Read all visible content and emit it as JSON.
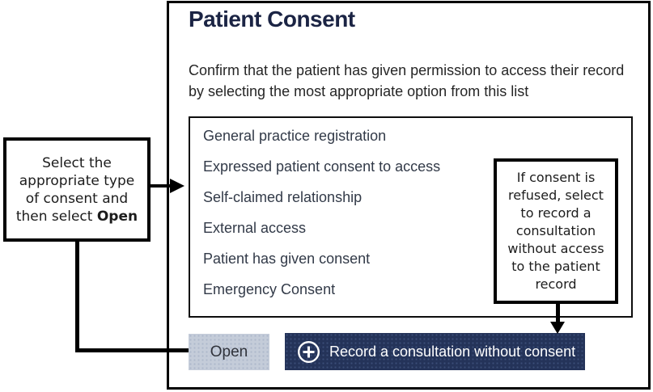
{
  "dialog": {
    "title": "Patient Consent",
    "description_lines": [
      "Confirm that the patient has given permission to access their record",
      "by selecting the most appropriate option from this list"
    ],
    "consent_options": [
      "General practice registration",
      "Expressed patient consent to access",
      "Self-claimed relationship",
      "External access",
      "Patient has given consent",
      "Emergency Consent"
    ],
    "buttons": {
      "open_label": "Open",
      "record_label": "Record a consultation without consent",
      "record_icon": "plus-circle-icon"
    }
  },
  "annotations": {
    "left": {
      "lines": [
        "Select the",
        "appropriate type",
        "of consent and"
      ],
      "last_line_prefix": "then select ",
      "last_line_bold": "Open"
    },
    "right": {
      "lines": [
        "If consent is",
        "refused, select",
        "to record a",
        "consultation",
        "without access",
        "to the patient",
        "record"
      ]
    }
  },
  "colors": {
    "title_text": "#1B2444",
    "primary_button_bg": "#243359",
    "primary_button_text": "#FFFFFF",
    "open_button_bg": "#C4CCD9",
    "border": "#000000"
  }
}
